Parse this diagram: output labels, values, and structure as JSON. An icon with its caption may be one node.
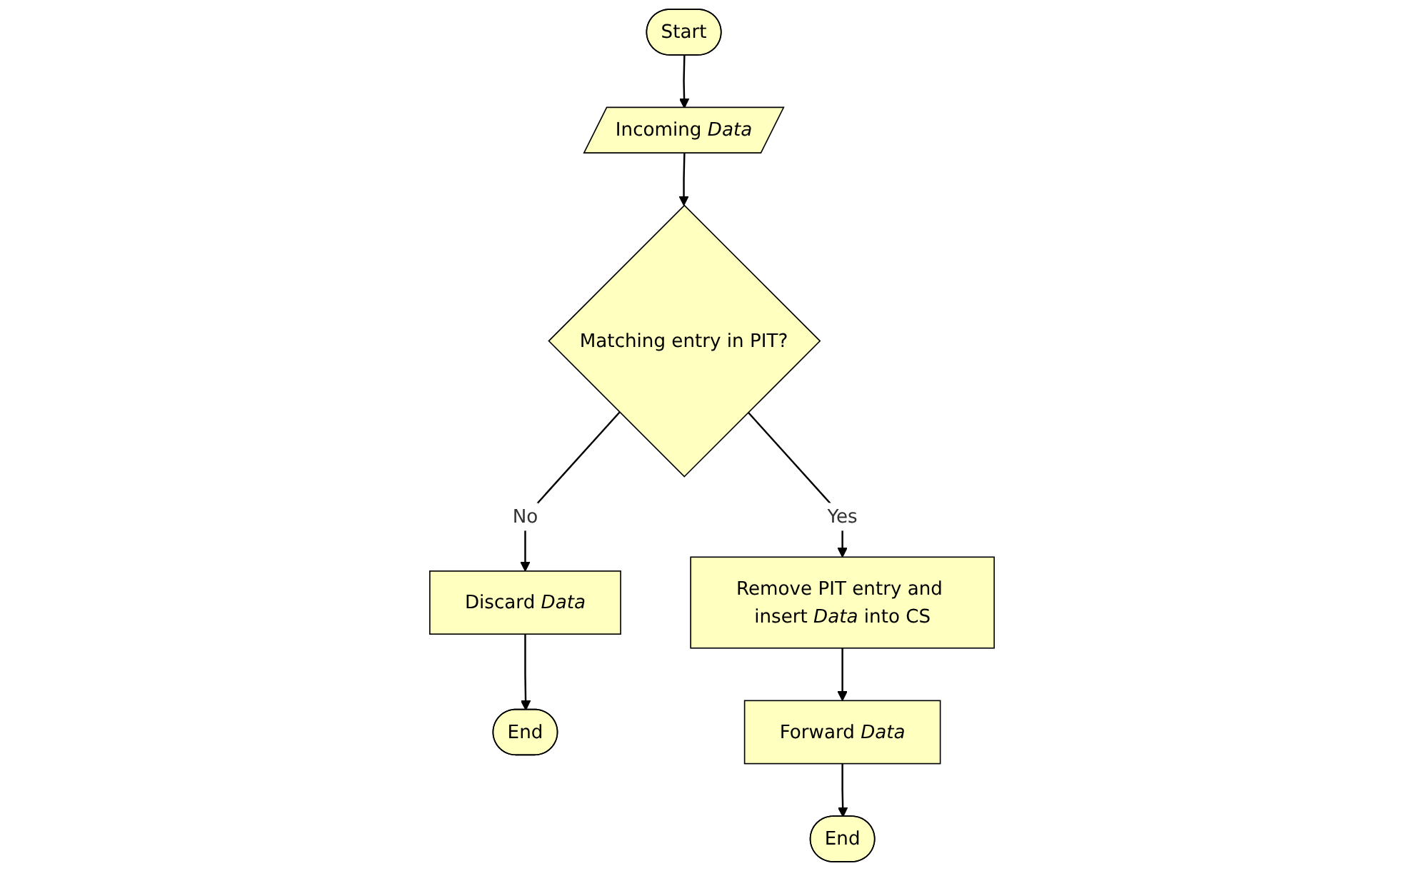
{
  "diagram": {
    "nodes": [
      {
        "text": [
          "Start"
        ]
      },
      {
        "text": [
          "Incoming *Data*"
        ]
      },
      {
        "text": [
          "Matching entry in PIT?"
        ]
      },
      {
        "text": [
          "Discard *Data*"
        ]
      },
      {
        "text": [
          "End"
        ]
      },
      {
        "text": [
          "Remove PIT entry and insert *Data* into CS"
        ]
      },
      {
        "text": [
          "Forward *Data*"
        ]
      },
      {
        "text": [
          "End"
        ]
      }
    ],
    "edges": [
      {
        "from": 0,
        "to": 1,
        "arrow": "to"
      },
      {
        "from": 1,
        "to": 2,
        "arrow": "to"
      },
      {
        "from": 2,
        "to": 3,
        "arrow": "to",
        "label": "No"
      },
      {
        "from": 3,
        "to": 4,
        "arrow": "to"
      },
      {
        "from": 2,
        "to": 5,
        "arrow": "to",
        "label": "Yes"
      },
      {
        "from": 5,
        "to": 6,
        "arrow": "to"
      },
      {
        "from": 6,
        "to": 7,
        "arrow": "to"
      }
    ]
  }
}
